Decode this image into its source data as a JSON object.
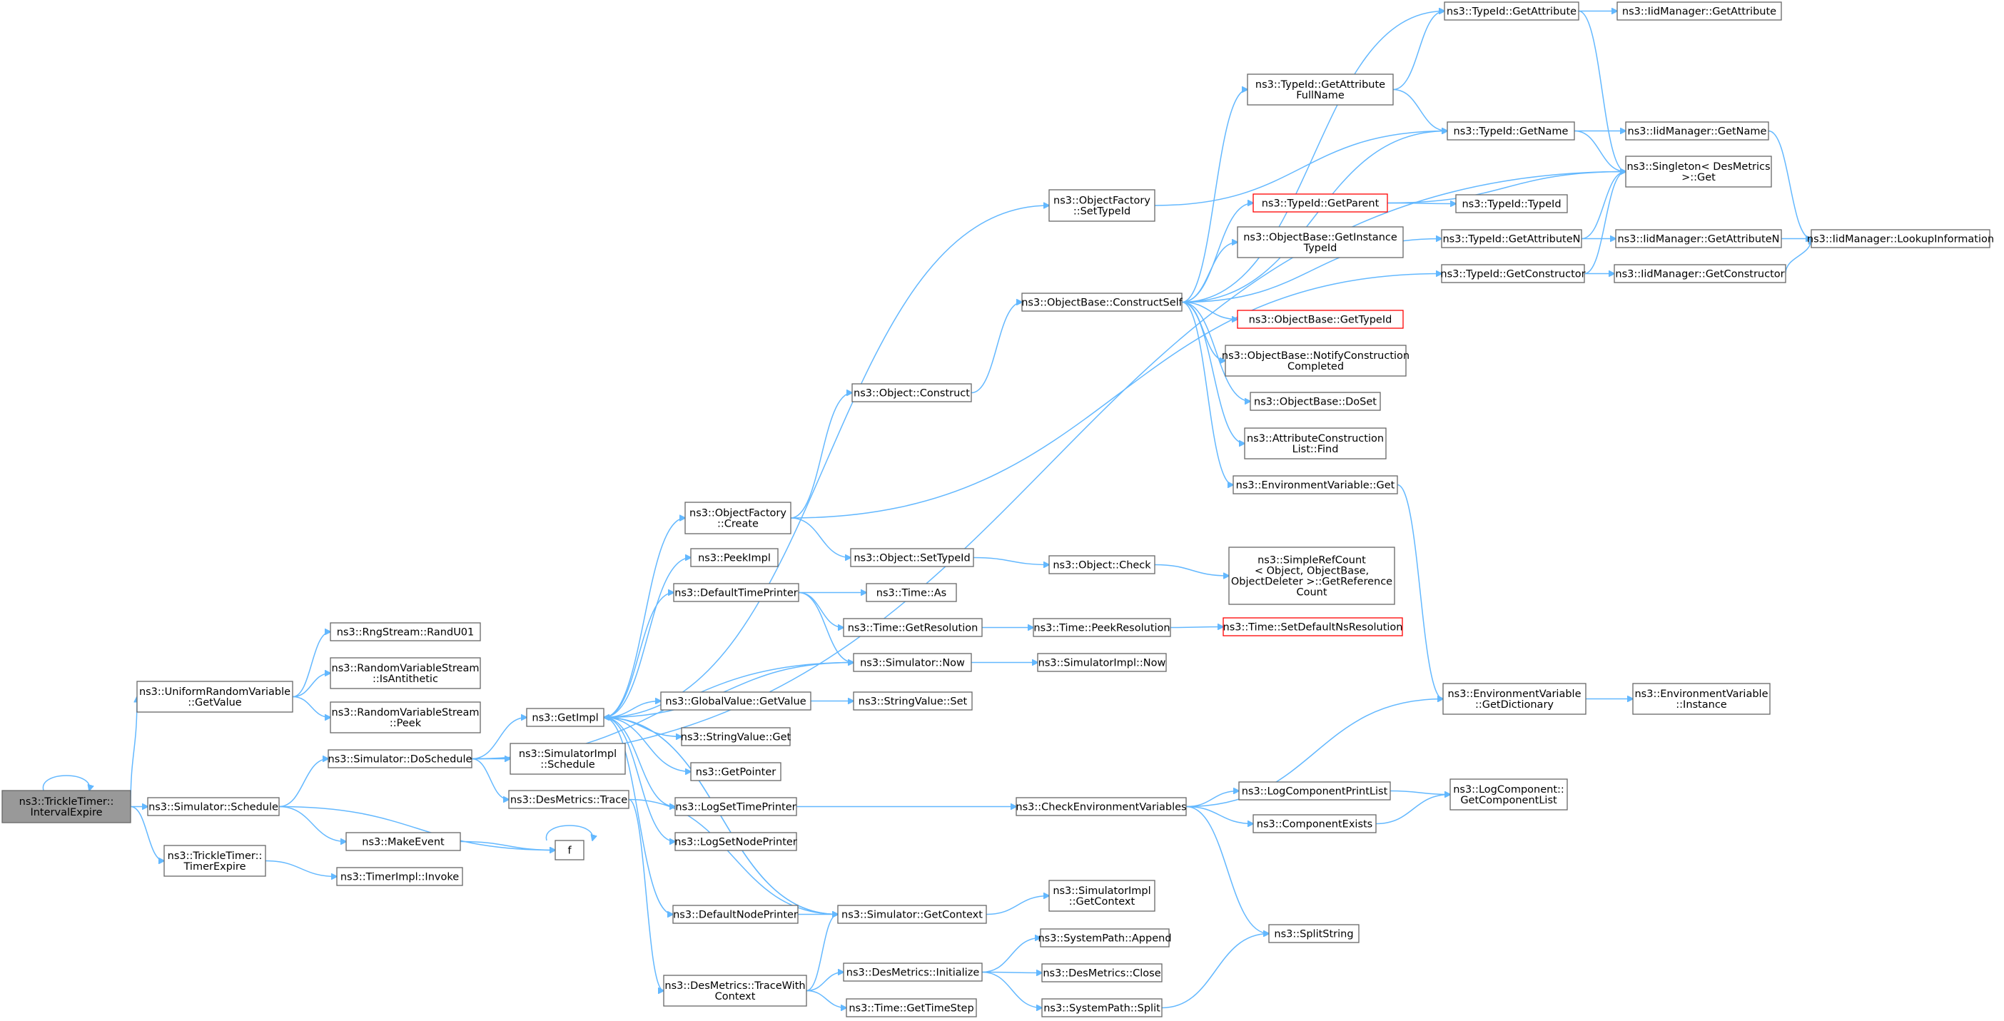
{
  "colors": {
    "edge": "#63b8ff",
    "node_border": "#666666",
    "root_fill": "#999999",
    "red_border": "#ff0000"
  },
  "nodes": {
    "root": [
      "ns3::TrickleTimer::",
      "IntervalExpire"
    ],
    "urv_getvalue": [
      "ns3::UniformRandomVariable",
      "::GetValue"
    ],
    "rng_randu01": [
      "ns3::RngStream::RandU01"
    ],
    "rvs_isantithetic": [
      "ns3::RandomVariableStream",
      "::IsAntithetic"
    ],
    "rvs_peek": [
      "ns3::RandomVariableStream",
      "::Peek"
    ],
    "sim_schedule": [
      "ns3::Simulator::Schedule"
    ],
    "trickle_timerexpire": [
      "ns3::TrickleTimer::",
      "TimerExpire"
    ],
    "sim_doschedule": [
      "ns3::Simulator::DoSchedule"
    ],
    "makeevent": [
      "ns3::MakeEvent"
    ],
    "f": [
      "f"
    ],
    "timerimpl_invoke": [
      "ns3::TimerImpl::Invoke"
    ],
    "getimpl": [
      "ns3::GetImpl"
    ],
    "simimpl_schedule": [
      "ns3::SimulatorImpl",
      "::Schedule"
    ],
    "desmetrics_trace": [
      "ns3::DesMetrics::Trace"
    ],
    "objfactory_create": [
      "ns3::ObjectFactory",
      "::Create"
    ],
    "peekimpl": [
      "ns3::PeekImpl"
    ],
    "defaulttimeprinter": [
      "ns3::DefaultTimePrinter"
    ],
    "globalvalue_getvalue": [
      "ns3::GlobalValue::GetValue"
    ],
    "stringvalue_get": [
      "ns3::StringValue::Get"
    ],
    "getpointer": [
      "ns3::GetPointer"
    ],
    "logsettimeprinter": [
      "ns3::LogSetTimePrinter"
    ],
    "logsetnodeprinter": [
      "ns3::LogSetNodePrinter"
    ],
    "defaultnodeprinter": [
      "ns3::DefaultNodePrinter"
    ],
    "desmetrics_tracewithcontext": [
      "ns3::DesMetrics::TraceWith",
      "Context"
    ],
    "objfactory_settypeid": [
      "ns3::ObjectFactory",
      "::SetTypeId"
    ],
    "object_construct": [
      "ns3::Object::Construct"
    ],
    "object_settypeid": [
      "ns3::Object::SetTypeId"
    ],
    "time_as": [
      "ns3::Time::As"
    ],
    "time_getresolution": [
      "ns3::Time::GetResolution"
    ],
    "sim_now": [
      "ns3::Simulator::Now"
    ],
    "stringvalue_set": [
      "ns3::StringValue::Set"
    ],
    "check_env": [
      "ns3::CheckEnvironmentVariables"
    ],
    "sim_getcontext": [
      "ns3::Simulator::GetContext"
    ],
    "desmetrics_initialize": [
      "ns3::DesMetrics::Initialize"
    ],
    "time_gettimestep": [
      "ns3::Time::GetTimeStep"
    ],
    "objectbase_constructself": [
      "ns3::ObjectBase::ConstructSelf"
    ],
    "object_check": [
      "ns3::Object::Check"
    ],
    "time_peekresolution": [
      "ns3::Time::PeekResolution"
    ],
    "simimpl_now": [
      "ns3::SimulatorImpl::Now"
    ],
    "simimpl_getcontext": [
      "ns3::SimulatorImpl",
      "::GetContext"
    ],
    "systempath_append": [
      "ns3::SystemPath::Append"
    ],
    "desmetrics_close": [
      "ns3::DesMetrics::Close"
    ],
    "systempath_split": [
      "ns3::SystemPath::Split"
    ],
    "typeid_getattributefullname": [
      "ns3::TypeId::GetAttribute",
      "FullName"
    ],
    "typeid_getparent": [
      "ns3::TypeId::GetParent"
    ],
    "objectbase_getinstancetypeid": [
      "ns3::ObjectBase::GetInstance",
      "TypeId"
    ],
    "objectbase_gettypeid": [
      "ns3::ObjectBase::GetTypeId"
    ],
    "objectbase_notifyconstructioncompleted": [
      "ns3::ObjectBase::NotifyConstruction",
      "Completed"
    ],
    "objectbase_doset": [
      "ns3::ObjectBase::DoSet"
    ],
    "attributeconstructionlist_find": [
      "ns3::AttributeConstruction",
      "List::Find"
    ],
    "envvar_get": [
      "ns3::EnvironmentVariable::Get"
    ],
    "simplerefcount": [
      "ns3::SimpleRefCount",
      "< Object, ObjectBase,",
      "ObjectDeleter >::GetReference",
      "Count"
    ],
    "time_setdefaultnsresolution": [
      "ns3::Time::SetDefaultNsResolution"
    ],
    "logcomponentprintlist": [
      "ns3::LogComponentPrintList"
    ],
    "componentexists": [
      "ns3::ComponentExists"
    ],
    "splitstring": [
      "ns3::SplitString"
    ],
    "typeid_getattribute": [
      "ns3::TypeId::GetAttribute"
    ],
    "typeid_getname": [
      "ns3::TypeId::GetName"
    ],
    "typeid_typeid": [
      "ns3::TypeId::TypeId"
    ],
    "typeid_getattributen": [
      "ns3::TypeId::GetAttributeN"
    ],
    "typeid_getconstructor": [
      "ns3::TypeId::GetConstructor"
    ],
    "envvar_getdictionary": [
      "ns3::EnvironmentVariable",
      "::GetDictionary"
    ],
    "logcomponent_getcomponentlist": [
      "ns3::LogComponent::",
      "GetComponentList"
    ],
    "iidmanager_getattribute": [
      "ns3::IidManager::GetAttribute"
    ],
    "iidmanager_getname": [
      "ns3::IidManager::GetName"
    ],
    "singleton_get": [
      "ns3::Singleton< DesMetrics",
      ">::Get"
    ],
    "iidmanager_getattributen": [
      "ns3::IidManager::GetAttributeN"
    ],
    "iidmanager_getconstructor": [
      "ns3::IidManager::GetConstructor"
    ],
    "envvar_instance": [
      "ns3::EnvironmentVariable",
      "::Instance"
    ],
    "iidmanager_lookupinformation": [
      "ns3::IidManager::LookupInformation"
    ]
  }
}
